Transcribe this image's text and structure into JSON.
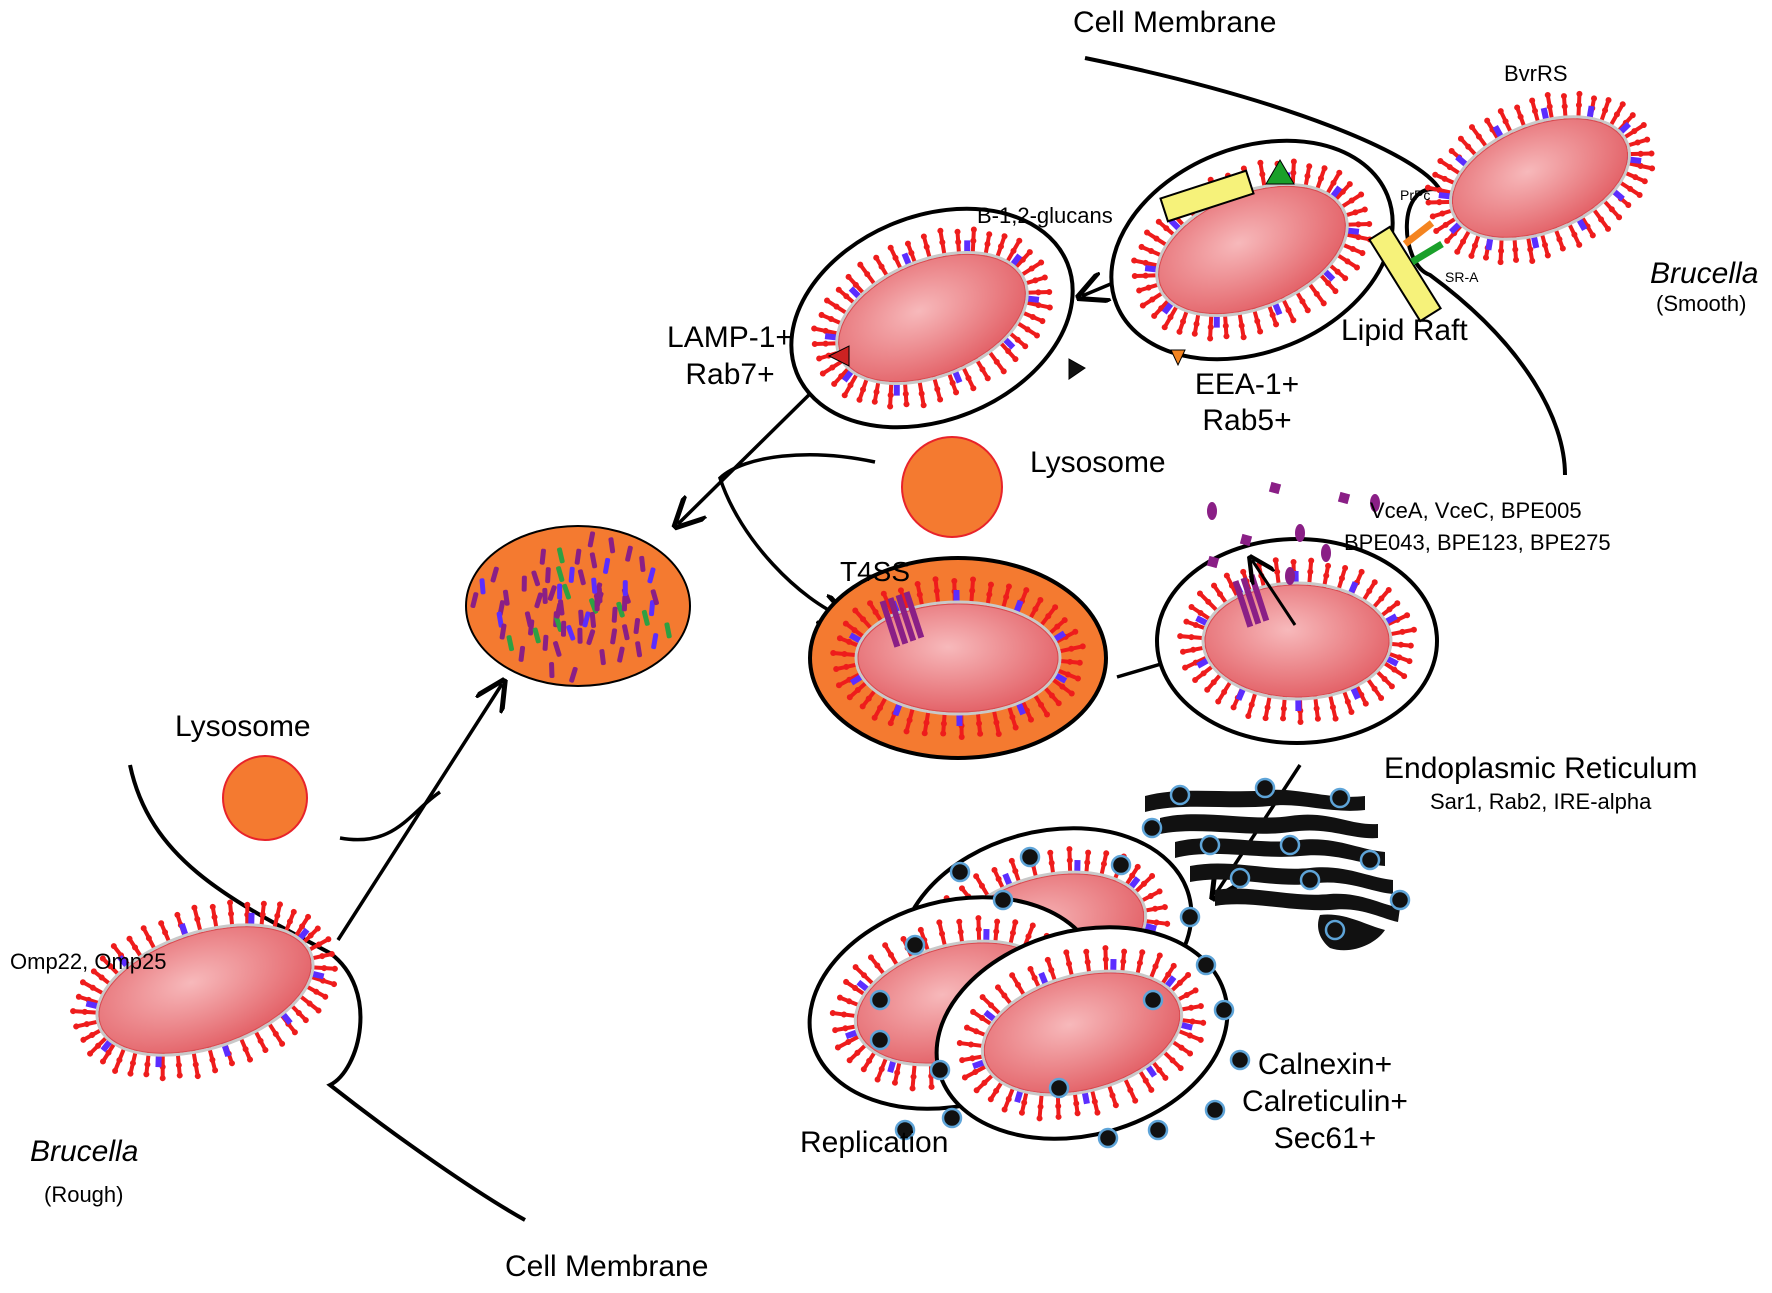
{
  "labels": {
    "cell_membrane_top": "Cell Membrane",
    "cell_membrane_bottom": "Cell Membrane",
    "bvrrs": "BvrRS",
    "prpc": "PrPc",
    "sra": "SR-A",
    "lipid_raft": "Lipid Raft",
    "brucella_smooth_genus": "Brucella",
    "brucella_smooth_type": "(Smooth)",
    "b_glucans": "B-1,2-glucans",
    "eea1": "EEA-1+",
    "rab5": "Rab5+",
    "lamp1": "LAMP-1+",
    "rab7": "Rab7+",
    "lysosome_top": "Lysosome",
    "lysosome_left": "Lysosome",
    "t4ss": "T4SS",
    "effectors_line1": "VceA, VceC, BPE005",
    "effectors_line2": "BPE043, BPE123, BPE275",
    "er_title": "Endoplasmic Reticulum",
    "er_sub": "Sar1, Rab2, IRE-alpha",
    "omp": "Omp22, Omp25",
    "brucella_rough_genus": "Brucella",
    "brucella_rough_type": "(Rough)",
    "calnexin": "Calnexin+",
    "calreticulin": "Calreticulin+",
    "sec61": "Sec61+",
    "replication": "Replication"
  },
  "colors": {
    "bacterium_fill": "#e9656b",
    "bacterium_highlight": "#f7b9bb",
    "lps_red": "#ee1c1c",
    "omp_blue": "#5b2dff",
    "lysosome_orange": "#f47a30",
    "raft_yellow": "#f6f27a",
    "effector_purple": "#8a1f86",
    "er_black": "#111111",
    "er_dot_blue": "#5ea4d8",
    "marker_green": "#1aa02a",
    "marker_orange": "#f48420",
    "marker_red": "#cc2222",
    "debris_green": "#2ea043"
  },
  "icons": [
    "marker-triangle-green",
    "marker-triangle-orange",
    "marker-triangle-red",
    "marker-triangle-black",
    "arrow-icon"
  ]
}
